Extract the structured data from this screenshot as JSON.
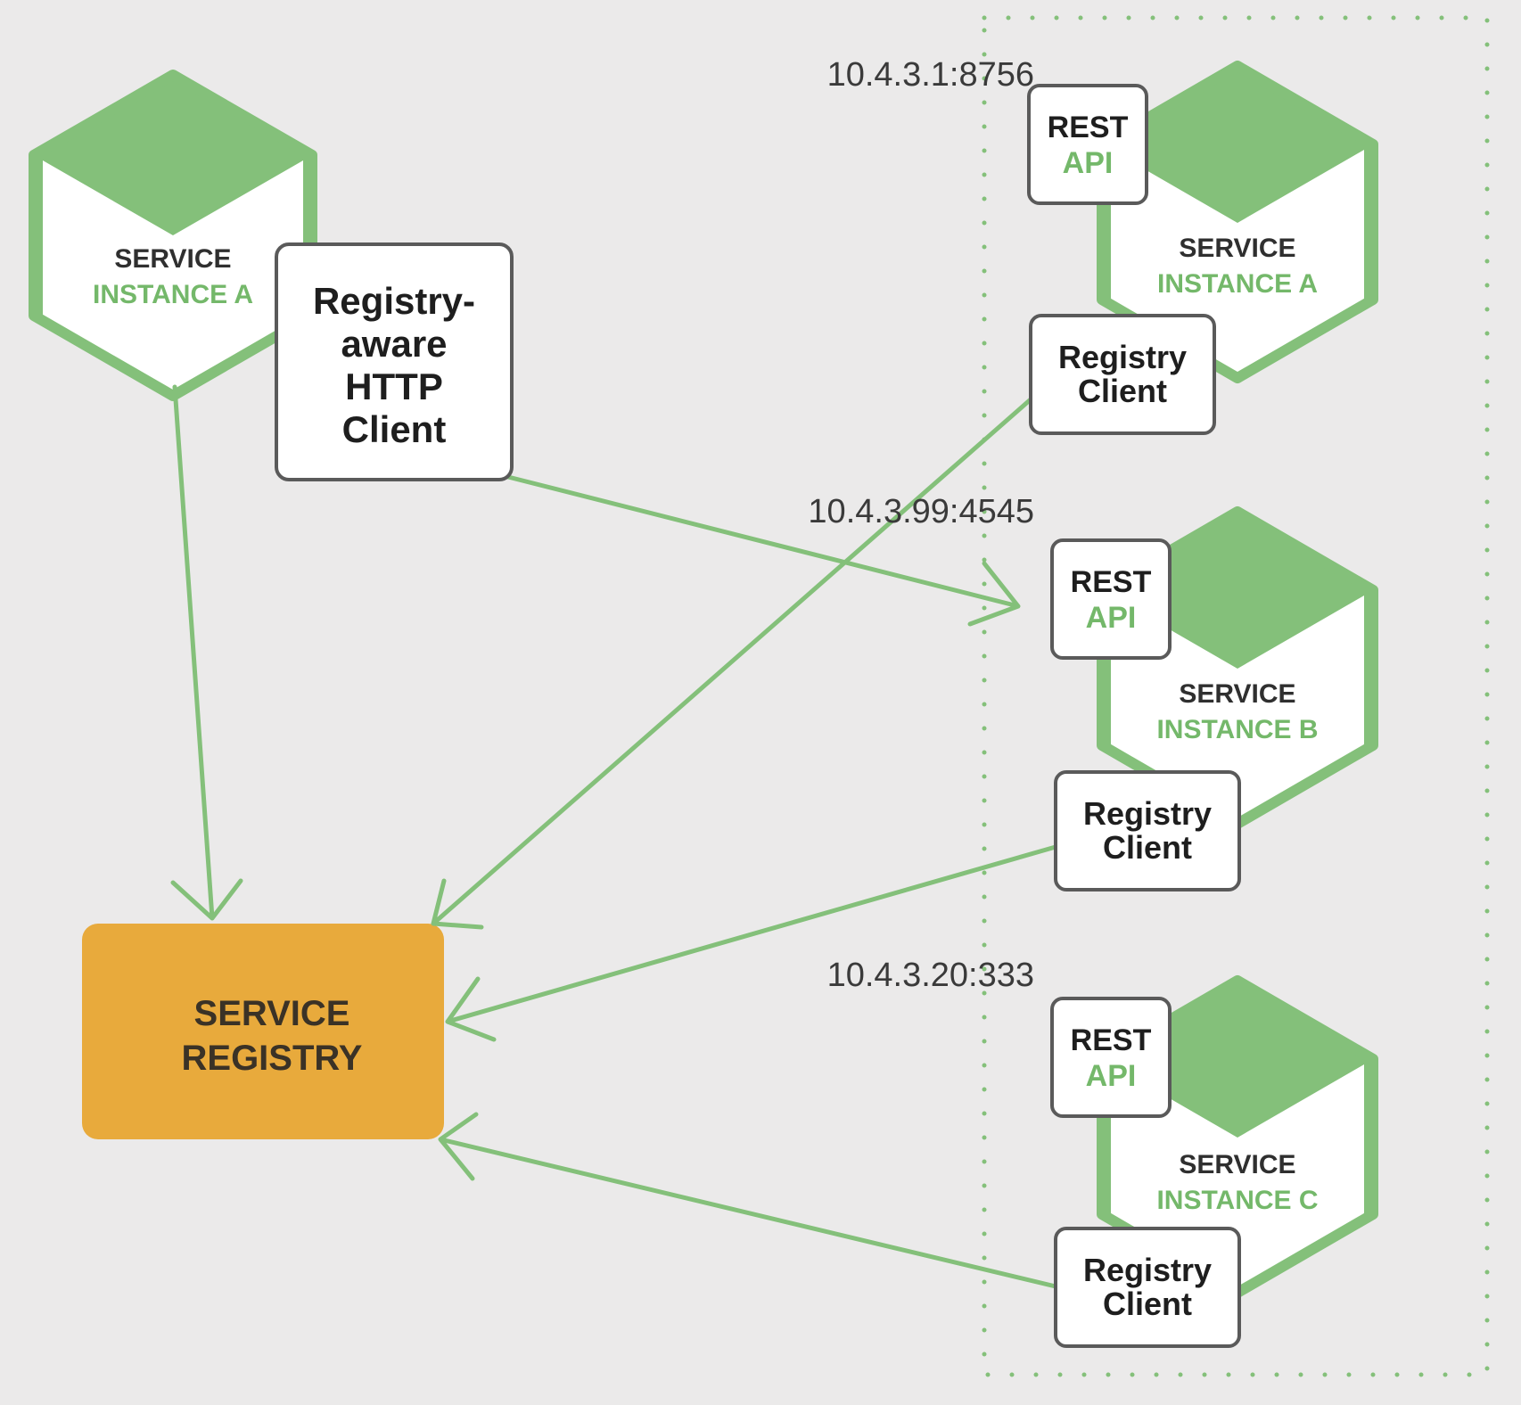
{
  "colors": {
    "background": "#ebeaea",
    "green": "#84c07a",
    "green_text": "#74b86a",
    "registry_fill": "#e8aa3c",
    "box_stroke": "#5a5a5a",
    "dark_text": "#2f2f2f"
  },
  "client_service": {
    "line1": "SERVICE",
    "line2": "INSTANCE A",
    "http_client": [
      "Registry-",
      "aware",
      "HTTP",
      "Client"
    ]
  },
  "registry": {
    "line1": "SERVICE",
    "line2": "REGISTRY"
  },
  "instances": [
    {
      "address": "10.4.3.1:8756",
      "rest": "REST",
      "api": "API",
      "line1": "SERVICE",
      "line2": "INSTANCE A",
      "client_line1": "Registry",
      "client_line2": "Client"
    },
    {
      "address": "10.4.3.99:4545",
      "rest": "REST",
      "api": "API",
      "line1": "SERVICE",
      "line2": "INSTANCE B",
      "client_line1": "Registry",
      "client_line2": "Client"
    },
    {
      "address": "10.4.3.20:333",
      "rest": "REST",
      "api": "API",
      "line1": "SERVICE",
      "line2": "INSTANCE C",
      "client_line1": "Registry",
      "client_line2": "Client"
    }
  ]
}
